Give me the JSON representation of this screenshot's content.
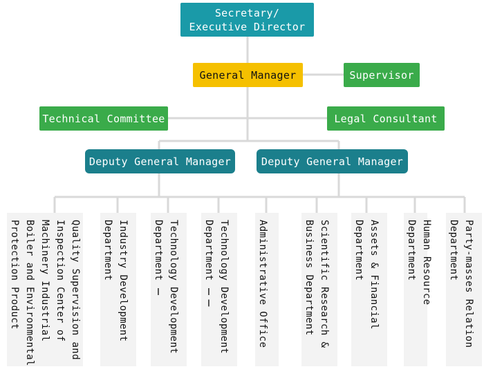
{
  "top": {
    "label": "Secretary/\nExecutive Director",
    "color": "#1a9aa8"
  },
  "general_manager": {
    "label": "General Manager",
    "color": "#f5c000"
  },
  "supervisor": {
    "label": "Supervisor",
    "color": "#3aab4a"
  },
  "technical_committee": {
    "label": "Technical Committee",
    "color": "#3aab4a"
  },
  "legal_consultant": {
    "label": "Legal Consultant",
    "color": "#3aab4a"
  },
  "deputies": [
    {
      "label": "Deputy General Manager"
    },
    {
      "label": "Deputy General Manager"
    }
  ],
  "departments": [
    {
      "label": "Quality Supervision and\nInspection Center of\nMachinery Industrial\nBoiler and Environmental\nProtection Product"
    },
    {
      "label": "Industry Development\nDepartment"
    },
    {
      "label": "Technology Development\nDepartment Ⅰ"
    },
    {
      "label": "Technology Development\nDepartment ⅠⅠ"
    },
    {
      "label": "Administrative Office"
    },
    {
      "label": "Scientific Research &\nBusiness Department"
    },
    {
      "label": "Assets  & Financial\nDepartment"
    },
    {
      "label": "Human  Resource Department"
    },
    {
      "label": "Party-masses  Relation\nDepartment"
    }
  ],
  "connector_color": "#d9d9d9"
}
